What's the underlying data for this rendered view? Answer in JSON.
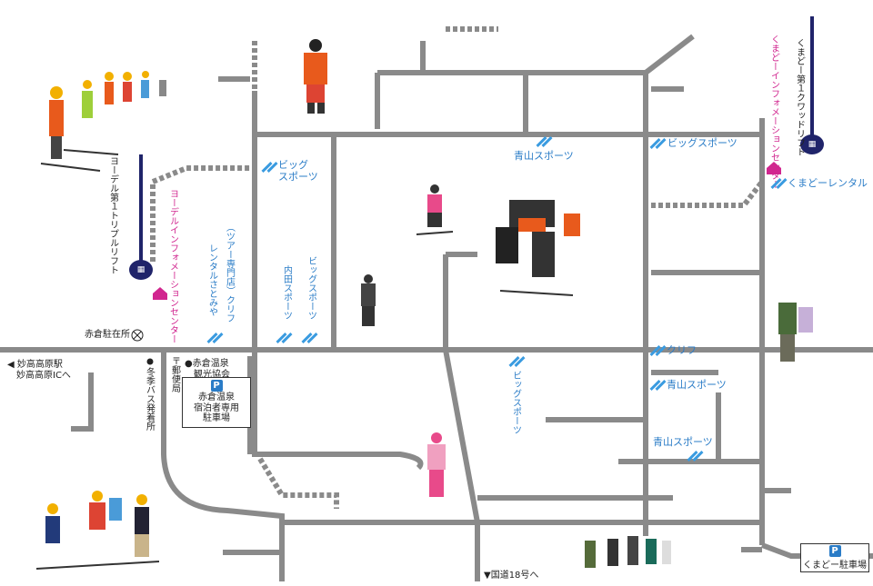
{
  "colors": {
    "road": "#8a8a8a",
    "accent_blue": "#2a7cc7",
    "info_pink": "#d1268f",
    "lift_navy": "#20246a"
  },
  "shops": {
    "big_sports_left": "ビッグ\nスポーツ",
    "aoyama_top": "青山スポーツ",
    "big_sports_top_right": "ビッグスポーツ",
    "kumado_rental": "くまどーレンタル",
    "tour_shop": "（ツアー専門店）クリフ",
    "rental_satomiya": "レンタルさとみや",
    "uchida_sports": "内田スポーツ",
    "big_sports_mid": "ビッグスポーツ",
    "big_sports_center": "ビッグスポーツ",
    "cliff_right": "クリフ",
    "aoyama_right": "青山スポーツ",
    "aoyama_lower": "青山スポーツ"
  },
  "lifts": {
    "kumado_quad": "くまどー第１クワッドリフト",
    "yodel_triple": "ヨーデル第１トリプルリフト"
  },
  "info_centers": {
    "kumado": "くまどーインフォメーションセンター",
    "yodel": "ヨーデルインフォメーションセンター"
  },
  "landmarks": {
    "akakura_police": "赤倉駐在所",
    "to_myoko": "◀ 妙高高原駅\n　妙高高原ICへ",
    "winter_bus": "冬季バス発着所",
    "post_office": "〒郵便局",
    "tourism_assoc": "●赤倉温泉\n　観光協会",
    "guest_parking": "赤倉温泉\n宿泊者専用\n駐車場",
    "route18": "▼国道18号へ",
    "kumado_parking": "くまどー駐車場",
    "parking_symbol": "P"
  },
  "icons": [
    "lift-gondola-icon",
    "info-house-icon",
    "shop-slash-icon",
    "police-box-icon",
    "parking-icon"
  ]
}
